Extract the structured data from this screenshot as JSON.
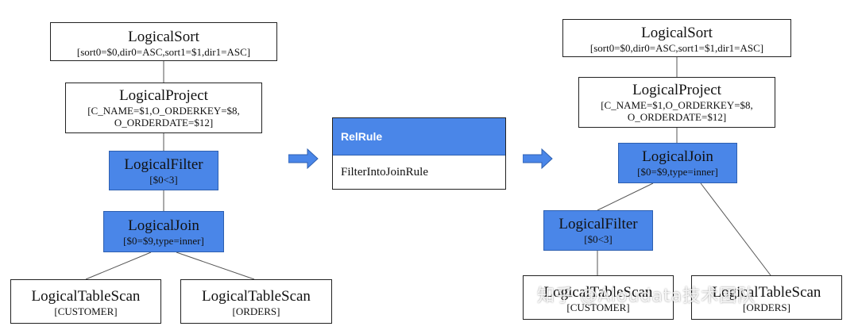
{
  "left_tree": {
    "sort": {
      "title": "LogicalSort",
      "detail": "[sort0=$0,dir0=ASC,sort1=$1,dir1=ASC]"
    },
    "project": {
      "title": "LogicalProject",
      "detail_line1": "[C_NAME=$1,O_ORDERKEY=$8,",
      "detail_line2": "O_ORDERDATE=$12]"
    },
    "filter": {
      "title": "LogicalFilter",
      "detail": "[$0<3]"
    },
    "join": {
      "title": "LogicalJoin",
      "detail": "[$0=$9,type=inner]"
    },
    "scan_customer": {
      "title": "LogicalTableScan",
      "detail": "[CUSTOMER]"
    },
    "scan_orders": {
      "title": "LogicalTableScan",
      "detail": "[ORDERS]"
    }
  },
  "rule": {
    "header": "RelRule",
    "name": "FilterIntoJoinRule"
  },
  "right_tree": {
    "sort": {
      "title": "LogicalSort",
      "detail": "[sort0=$0,dir0=ASC,sort1=$1,dir1=ASC]"
    },
    "project": {
      "title": "LogicalProject",
      "detail_line1": "[C_NAME=$1,O_ORDERKEY=$8,",
      "detail_line2": "O_ORDERDATE=$12]"
    },
    "join": {
      "title": "LogicalJoin",
      "detail": "[$0=$9,type=inner]"
    },
    "filter": {
      "title": "LogicalFilter",
      "detail": "[$0<3]"
    },
    "scan_customer": {
      "title": "LogicalTableScan",
      "detail": "[CUSTOMER]"
    },
    "scan_orders": {
      "title": "LogicalTableScan",
      "detail": "[ORDERS]"
    }
  },
  "watermark": "知乎 @Aloudata技术团队",
  "colors": {
    "node_blue": "#4a86e8",
    "arrow_blue": "#4a86e8",
    "border": "#222222"
  }
}
